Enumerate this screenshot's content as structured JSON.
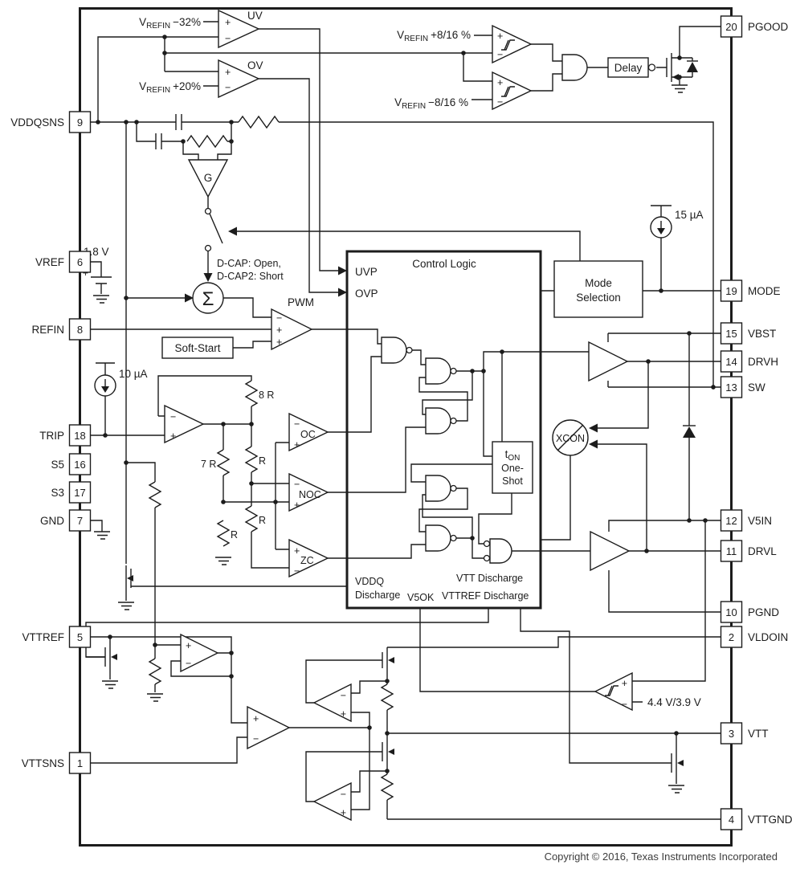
{
  "pins_left": [
    {
      "num": "9",
      "name": "VDDQSNS"
    },
    {
      "num": "6",
      "name": "VREF"
    },
    {
      "num": "8",
      "name": "REFIN"
    },
    {
      "num": "18",
      "name": "TRIP"
    },
    {
      "num": "16",
      "name": "S5"
    },
    {
      "num": "17",
      "name": "S3"
    },
    {
      "num": "7",
      "name": "GND"
    },
    {
      "num": "5",
      "name": "VTTREF"
    },
    {
      "num": "1",
      "name": "VTTSNS"
    }
  ],
  "pins_right": [
    {
      "num": "20",
      "name": "PGOOD"
    },
    {
      "num": "19",
      "name": "MODE"
    },
    {
      "num": "15",
      "name": "VBST"
    },
    {
      "num": "14",
      "name": "DRVH"
    },
    {
      "num": "13",
      "name": "SW"
    },
    {
      "num": "12",
      "name": "V5IN"
    },
    {
      "num": "11",
      "name": "DRVL"
    },
    {
      "num": "10",
      "name": "PGND"
    },
    {
      "num": "2",
      "name": "VLDOIN"
    },
    {
      "num": "3",
      "name": "VTT"
    },
    {
      "num": "4",
      "name": "VTTGND"
    }
  ],
  "blocks": {
    "control_logic": "Control Logic",
    "mode_selection_line1": "Mode",
    "mode_selection_line2": "Selection",
    "soft_start": "Soft-Start",
    "delay": "Delay",
    "one_shot_t": "t",
    "one_shot_t_sub": "ON",
    "one_shot_line2": "One-",
    "one_shot_line3": "Shot"
  },
  "comparators": {
    "uv": "UV",
    "ov": "OV",
    "pwm": "PWM",
    "oc": "OC",
    "noc": "NOC",
    "zc": "ZC",
    "gain": "G",
    "xcon": "XCON",
    "sigma": "Σ"
  },
  "signals": {
    "uvp": "UVP",
    "ovp": "OVP",
    "v5ok": "V5OK",
    "vddq_discharge_line1": "VDDQ",
    "vddq_discharge_line2": "Discharge",
    "vtt_discharge": "VTT Discharge",
    "vttref_discharge": "VTTREF Discharge"
  },
  "references": {
    "v_prefix": "V",
    "v_sub": "REFIN",
    "minus32": "−32%",
    "plus20": "+20%",
    "plus816": "+8/16 %",
    "minus816": "−8/16 %",
    "vref_value": "1.8 V",
    "current_10ua": "10 µA",
    "current_15ua": "15 µA",
    "uvlo_threshold": "4.4 V/3.9 V",
    "dcap_note_line1": "D-CAP: Open,",
    "dcap_note_line2": "D-CAP2: Short"
  },
  "resistors": {
    "r8": "8 R",
    "r7": "7 R",
    "r": "R"
  },
  "glyphs": {
    "plus": "+",
    "minus": "−"
  },
  "footer": {
    "copyright": "Copyright © 2016, Texas Instruments Incorporated"
  }
}
